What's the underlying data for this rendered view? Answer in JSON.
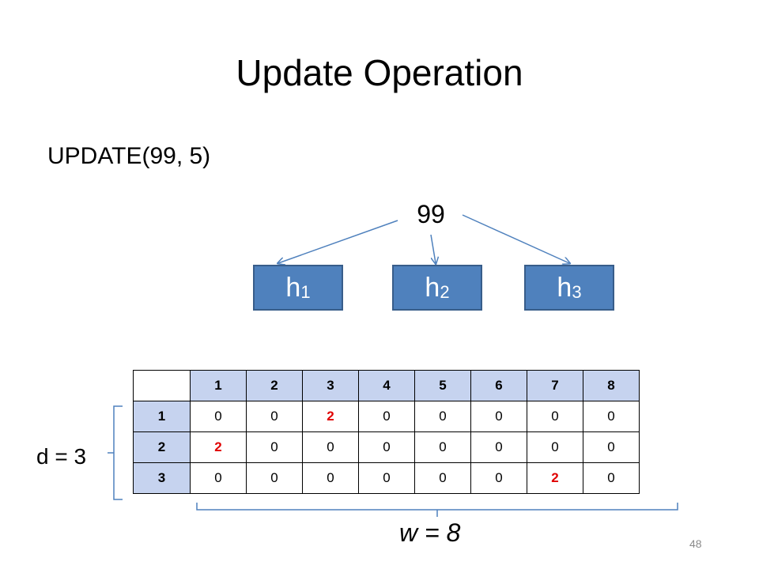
{
  "slide": {
    "title": "Update Operation",
    "command": "UPDATE(99, 5)",
    "key": "99",
    "page_number": "48"
  },
  "hash_functions": [
    {
      "base": "h",
      "sub": "1"
    },
    {
      "base": "h",
      "sub": "2"
    },
    {
      "base": "h",
      "sub": "3"
    }
  ],
  "table": {
    "column_headers": [
      "1",
      "2",
      "3",
      "4",
      "5",
      "6",
      "7",
      "8"
    ],
    "rows": [
      {
        "label": "1",
        "cells": [
          "0",
          "0",
          "2",
          "0",
          "0",
          "0",
          "0",
          "0"
        ],
        "highlight_index": 2
      },
      {
        "label": "2",
        "cells": [
          "2",
          "0",
          "0",
          "0",
          "0",
          "0",
          "0",
          "0"
        ],
        "highlight_index": 0
      },
      {
        "label": "3",
        "cells": [
          "0",
          "0",
          "0",
          "0",
          "0",
          "0",
          "2",
          "0"
        ],
        "highlight_index": 6
      }
    ]
  },
  "labels": {
    "depth": "d = 3",
    "width": "w = 8"
  },
  "colors": {
    "hash_fill": "#4f81bd",
    "header_fill": "#c6d3ef",
    "highlight_text": "#e00000",
    "arrow": "#4f81bd"
  }
}
